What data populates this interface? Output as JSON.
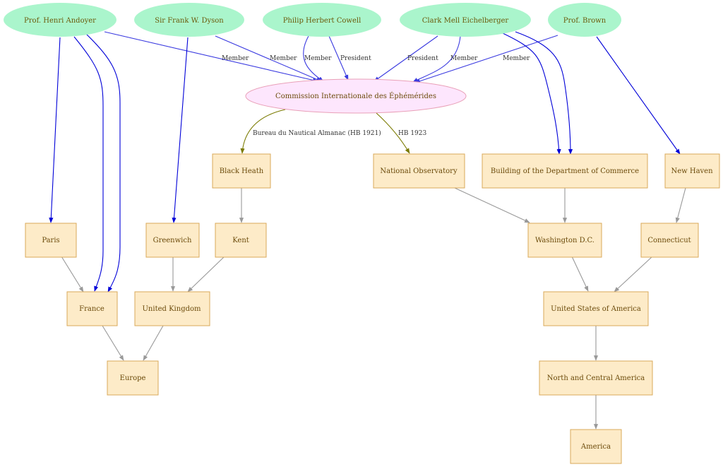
{
  "diagram": {
    "colors": {
      "person_fill": "#aaf5cc",
      "commission_fill": "#fde6fd",
      "commission_stroke": "#e9a0b8",
      "place_fill": "#fdebc8",
      "place_stroke": "#d9a85a",
      "text": "#6b4a0a",
      "membership_edge": "#3a3ae0",
      "located_edge": "#0000d8",
      "bureau_edge": "#7a7a00",
      "hierarchy_edge": "#999999"
    },
    "people": {
      "andoyer": "Prof. Henri Andoyer",
      "dyson": "Sir  Frank W. Dyson",
      "cowell": "Philip Herbert Cowell",
      "eichelberger": "Clark Mell Eichelberger",
      "brown": "Prof. Brown"
    },
    "commission": "Commission Internationale des Éphémérides",
    "places": {
      "black_heath": "Black Heath",
      "national_observatory": "National Observatory",
      "dept_commerce": "Building of the Department of Commerce",
      "new_haven": "New Haven",
      "paris": "Paris",
      "greenwich": "Greenwich",
      "kent": "Kent",
      "washington": "Washington D.C.",
      "connecticut": "Connecticut",
      "france": "France",
      "united_kingdom": "United Kingdom",
      "usa": "United States of America",
      "europe": "Europe",
      "north_central_america": "North and Central America",
      "america": "America"
    },
    "edge_labels": {
      "andoyer_member": "Member",
      "dyson_member": "Member",
      "cowell_member": "Member",
      "cowell_president": "President",
      "eichelberger_president": "President",
      "eichelberger_member": "Member",
      "brown_member": "Member",
      "bureau_hb1921": "Bureau du Nautical Almanac (HB 1921)",
      "hb1923": "HB 1923"
    }
  }
}
